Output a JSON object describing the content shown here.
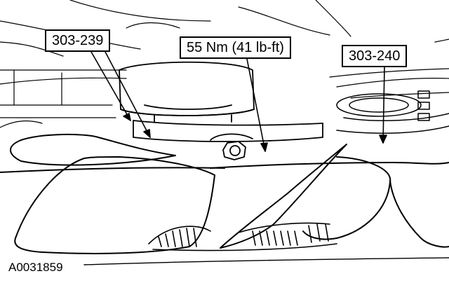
{
  "figure": {
    "id": "A0031859",
    "callouts": {
      "left": "303-239",
      "middle": "55 Nm (41 lb-ft)",
      "right": "303-240"
    }
  },
  "colors": {
    "line": "#000000",
    "background": "#ffffff"
  },
  "icons": [
    "bolt-icon",
    "fan-blade-icon",
    "pulley-icon",
    "leader-arrow-icon"
  ]
}
